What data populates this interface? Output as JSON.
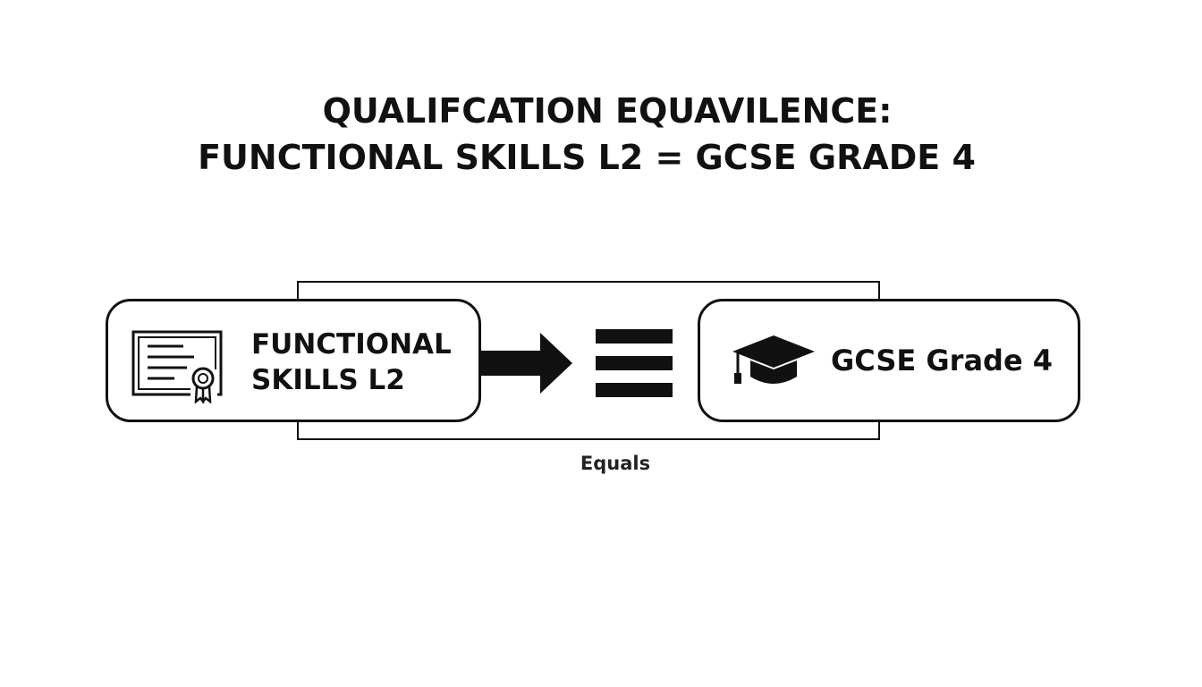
{
  "diagram": {
    "title_line1": "QUALIFCATION EQUAVILENCE:",
    "title_line2": "FUNCTIONAL SKILLS L2 = GCSE GRADE 4",
    "left_box": {
      "label": "FUNCTIONAL\nSKILLS L2",
      "icon": "certificate-icon"
    },
    "right_box": {
      "label": "GCSE Grade 4",
      "icon": "graduation-cap-icon"
    },
    "connector_icon": "right-arrow-icon",
    "equivalence_icon": "identical-to-icon",
    "equals_label": "Equals",
    "colors": {
      "ink": "#111111",
      "background": "#ffffff"
    }
  }
}
